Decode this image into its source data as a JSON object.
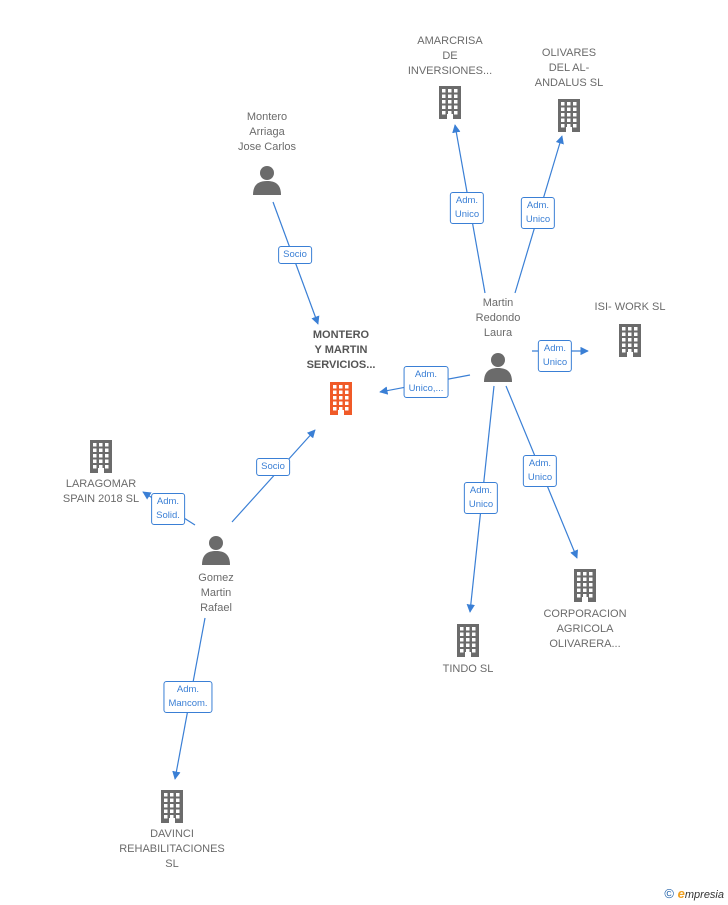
{
  "colors": {
    "edge": "#3a7fd5",
    "main_node": "#f05a28",
    "node": "#6b6b6b"
  },
  "nodes": [
    {
      "id": "amarcrisa",
      "type": "company",
      "label": "AMARCRISA\nDE\nINVERSIONES..."
    },
    {
      "id": "olivares",
      "type": "company",
      "label": "OLIVARES\nDEL AL-\nANDALUS SL"
    },
    {
      "id": "montero_person",
      "type": "person",
      "label": "Montero\nArriaga\nJose Carlos"
    },
    {
      "id": "martin",
      "type": "person",
      "label": "Martin\nRedondo\nLaura"
    },
    {
      "id": "isi",
      "type": "company",
      "label": "ISI- WORK  SL"
    },
    {
      "id": "main",
      "type": "company-main",
      "label": "MONTERO\nY MARTIN\nSERVICIOS..."
    },
    {
      "id": "laragomar",
      "type": "company",
      "label": "LARAGOMAR\nSPAIN 2018  SL"
    },
    {
      "id": "gomez",
      "type": "person",
      "label": "Gomez\nMartin\nRafael"
    },
    {
      "id": "corporacion",
      "type": "company",
      "label": "CORPORACION\nAGRICOLA\nOLIVARERA..."
    },
    {
      "id": "tindo",
      "type": "company",
      "label": "TINDO  SL"
    },
    {
      "id": "davinci",
      "type": "company",
      "label": "DAVINCI\nREHABILITACIONES\nSL"
    }
  ],
  "edges": [
    {
      "from": "martin",
      "to": "amarcrisa",
      "label": "Adm.\nUnico"
    },
    {
      "from": "martin",
      "to": "olivares",
      "label": "Adm.\nUnico"
    },
    {
      "from": "montero_person",
      "to": "main",
      "label": "Socio"
    },
    {
      "from": "martin",
      "to": "isi",
      "label": "Adm.\nUnico"
    },
    {
      "from": "martin",
      "to": "main",
      "label": "Adm.\nUnico,..."
    },
    {
      "from": "gomez",
      "to": "main",
      "label": "Socio"
    },
    {
      "from": "gomez",
      "to": "laragomar",
      "label": "Adm.\nSolid."
    },
    {
      "from": "martin",
      "to": "corporacion",
      "label": "Adm.\nUnico"
    },
    {
      "from": "martin",
      "to": "tindo",
      "label": "Adm.\nUnico"
    },
    {
      "from": "gomez",
      "to": "davinci",
      "label": "Adm.\nMancom."
    }
  ],
  "footer": {
    "copyright": "©",
    "brand_initial": "e",
    "brand_rest": "mpresia"
  }
}
